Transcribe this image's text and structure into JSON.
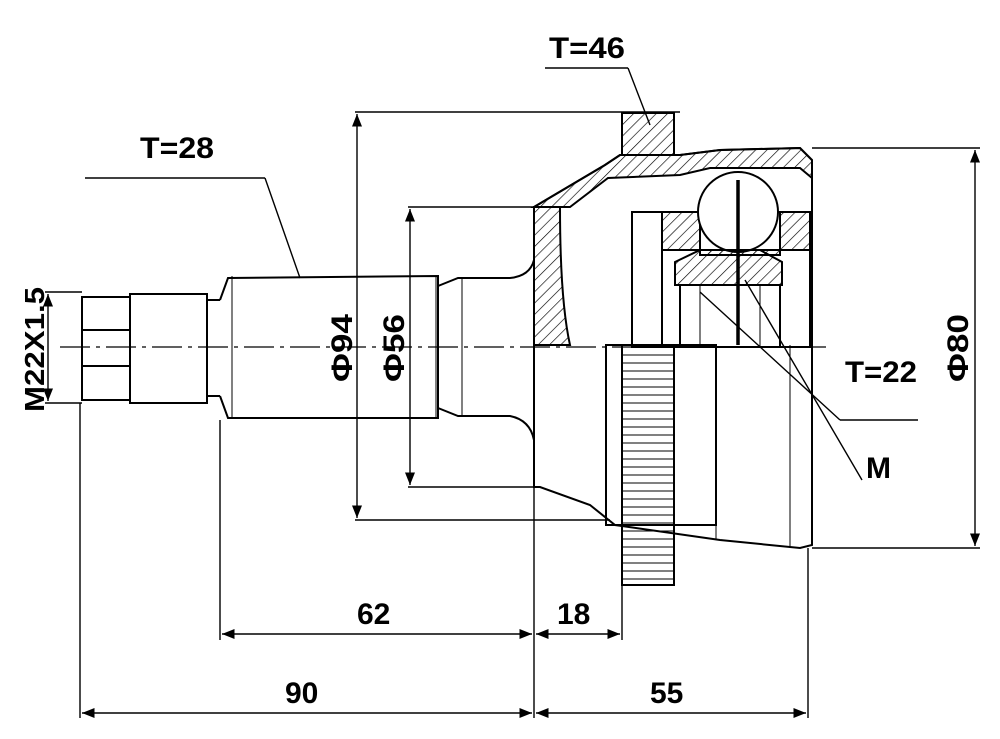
{
  "labels": {
    "spline_top": "T=46",
    "spline_shaft": "T=28",
    "spline_inner": "T=22",
    "thread": "M22X1.5",
    "dia_94": "Φ94",
    "dia_56": "Φ56",
    "dia_80": "Φ80",
    "mark_m": "M"
  },
  "dimensions": {
    "d62": "62",
    "d18": "18",
    "d90": "90",
    "d55": "55"
  },
  "colors": {
    "line": "#000000",
    "hatch": "#000000",
    "background": "#ffffff"
  }
}
